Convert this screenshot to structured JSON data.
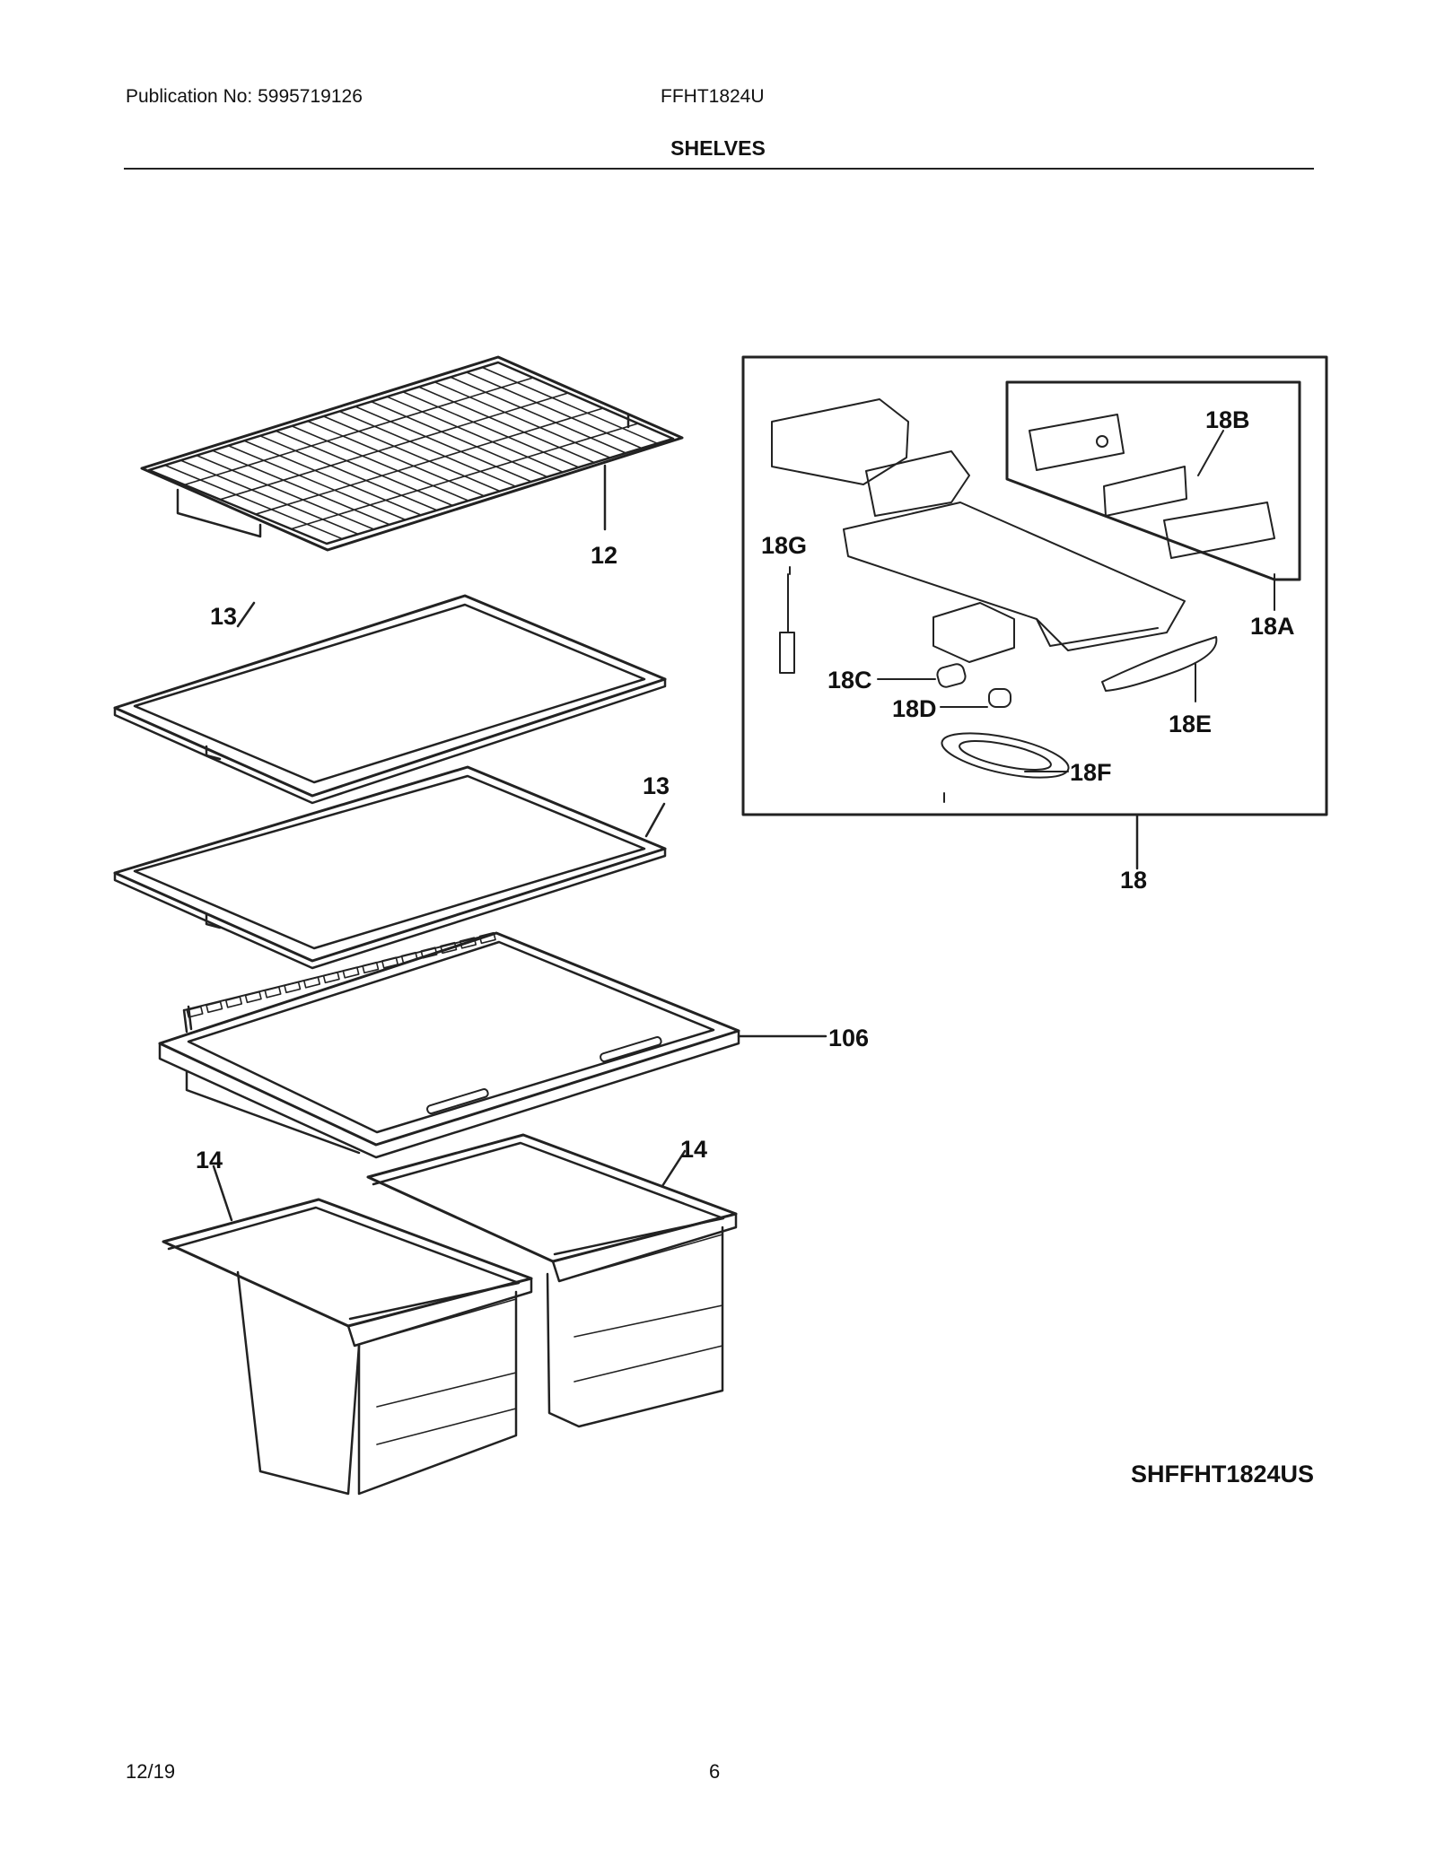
{
  "header": {
    "publication": "Publication No: 5995719126",
    "model": "FFHT1824U",
    "section_title": "SHELVES"
  },
  "callouts": {
    "c12": "12",
    "c13a": "13",
    "c13b": "13",
    "c106": "106",
    "c14a": "14",
    "c14b": "14",
    "c18": "18",
    "c18A": "18A",
    "c18B": "18B",
    "c18C": "18C",
    "c18D": "18D",
    "c18E": "18E",
    "c18F": "18F",
    "c18G": "18G"
  },
  "diagram_code": "SHFFHT1824US",
  "footer": {
    "date": "12/19",
    "page": "6"
  }
}
